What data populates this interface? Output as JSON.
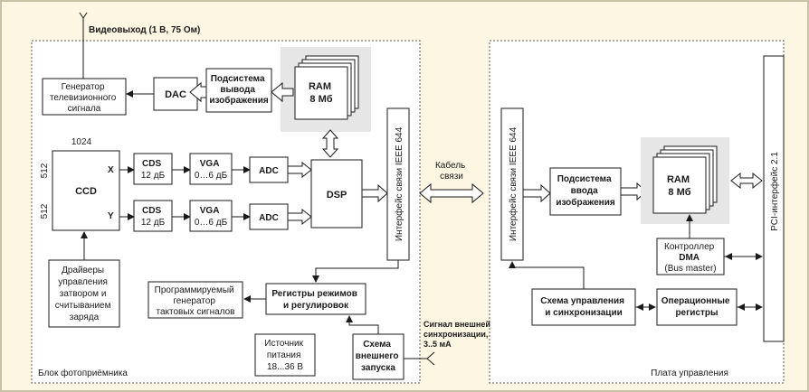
{
  "video_out": "Видеовыход (1 В, 75 Ом)",
  "tv_gen": [
    "Генератор",
    "телевизионного",
    "сигнала"
  ],
  "dac": "DAC",
  "subsys_out": [
    "Подсистема",
    "вывода",
    "изображения"
  ],
  "ram_left": [
    "RAM",
    "8 Мб"
  ],
  "ccd_label": "CCD",
  "ccd_width": "1024",
  "ccd_h_top": "512",
  "ccd_h_bot": "512",
  "port_x": "X",
  "port_y": "Y",
  "cds": "CDS",
  "cds_gain": "12 дБ",
  "vga": "VGA",
  "vga_gain": "0…6 дБ",
  "adc": "ADC",
  "dsp": "DSP",
  "ieee": "Интерфейс связи IEEE 644",
  "cable": [
    "Кабель",
    "связи"
  ],
  "drivers": [
    "Драйверы",
    "управления",
    "затвором и",
    "считыванием",
    "заряда"
  ],
  "prog_gen": [
    "Программируемый",
    "генератор",
    "тактовых сигналов"
  ],
  "regs_modes": [
    "Регистры режимов",
    "и регулировок"
  ],
  "power": [
    "Источник",
    "питания",
    "18...36 В"
  ],
  "ext_start": [
    "Схема",
    "внешнего",
    "запуска"
  ],
  "ext_sync": [
    "Сигнал внешней",
    "синхронизации,",
    "3..5 мА"
  ],
  "left_block": "Блок фотоприёмника",
  "subsys_in": [
    "Подсистема",
    "ввода",
    "изображения"
  ],
  "ram_right": [
    "RAM",
    "8 Мб"
  ],
  "dma": [
    "Контроллер",
    "DMA",
    "(Bus master)"
  ],
  "control_sync": [
    "Схема управления",
    "и синхронизации"
  ],
  "op_regs": [
    "Операционные",
    "регистры"
  ],
  "pci": "PCI-интерфейс 2.1",
  "right_block": "Плата управления"
}
